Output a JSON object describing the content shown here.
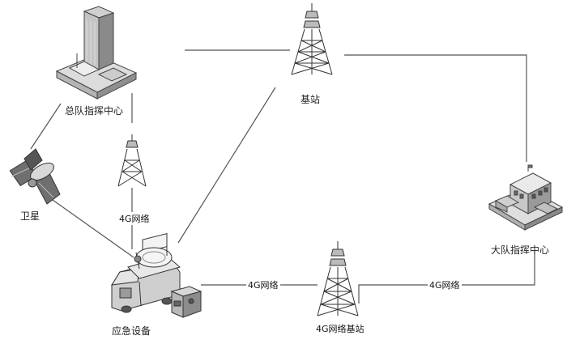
{
  "nodes": {
    "hq": {
      "label": "总队指挥中心",
      "icon": "skyscraper-icon"
    },
    "base_station": {
      "label": "基站",
      "icon": "cell-tower-icon"
    },
    "satellite": {
      "label": "卫星",
      "icon": "satellite-icon"
    },
    "brigade": {
      "label": "大队指挥中心",
      "icon": "building-icon"
    },
    "emergency": {
      "label": "应急设备",
      "icon": "emergency-vehicle-icon"
    },
    "tower_4g": {
      "label": "4G网络基站",
      "icon": "cell-tower-icon"
    },
    "tower_left": {
      "icon": "cell-tower-icon"
    }
  },
  "links": {
    "left_tower_to_vehicle": "4G网络",
    "vehicle_to_4g_tower": "4G网络",
    "4g_tower_to_brigade": "4G网络"
  },
  "colors": {
    "line": "#555555",
    "structure": "#444444",
    "fill_light": "#e6e6e6",
    "fill_dark": "#9a9a9a"
  }
}
